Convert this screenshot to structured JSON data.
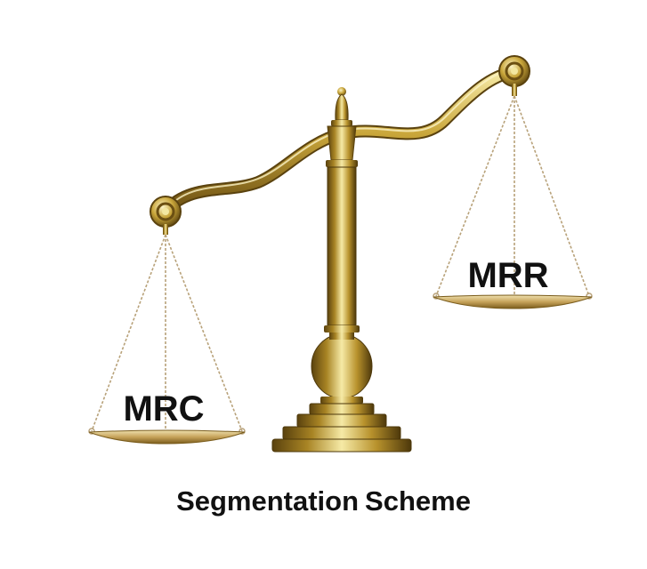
{
  "diagram": {
    "left_pan_label": "MRC",
    "right_pan_label": "MRR",
    "caption_word_1": "Segmentation",
    "caption_word_2": "Scheme"
  },
  "colors": {
    "gold_light": "#f3e7a0",
    "gold_mid": "#c9a63a",
    "gold_dark": "#6b4f12",
    "chain": "#b8a27a",
    "text": "#111111"
  },
  "icons": {
    "figure": "balance-scale-icon"
  }
}
